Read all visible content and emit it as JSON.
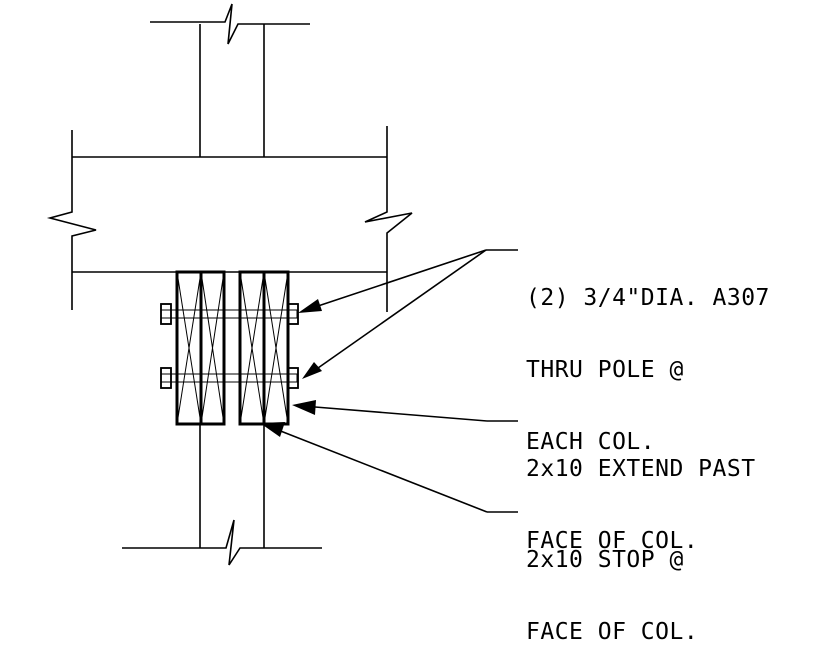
{
  "callouts": [
    {
      "lines": [
        "(2) 3/4\"DIA. A307",
        "THRU POLE @",
        "EACH COL."
      ]
    },
    {
      "lines": [
        "2x10 EXTEND PAST",
        "FACE OF COL."
      ]
    },
    {
      "lines": [
        "2x10 STOP @",
        "FACE OF COL."
      ]
    }
  ]
}
